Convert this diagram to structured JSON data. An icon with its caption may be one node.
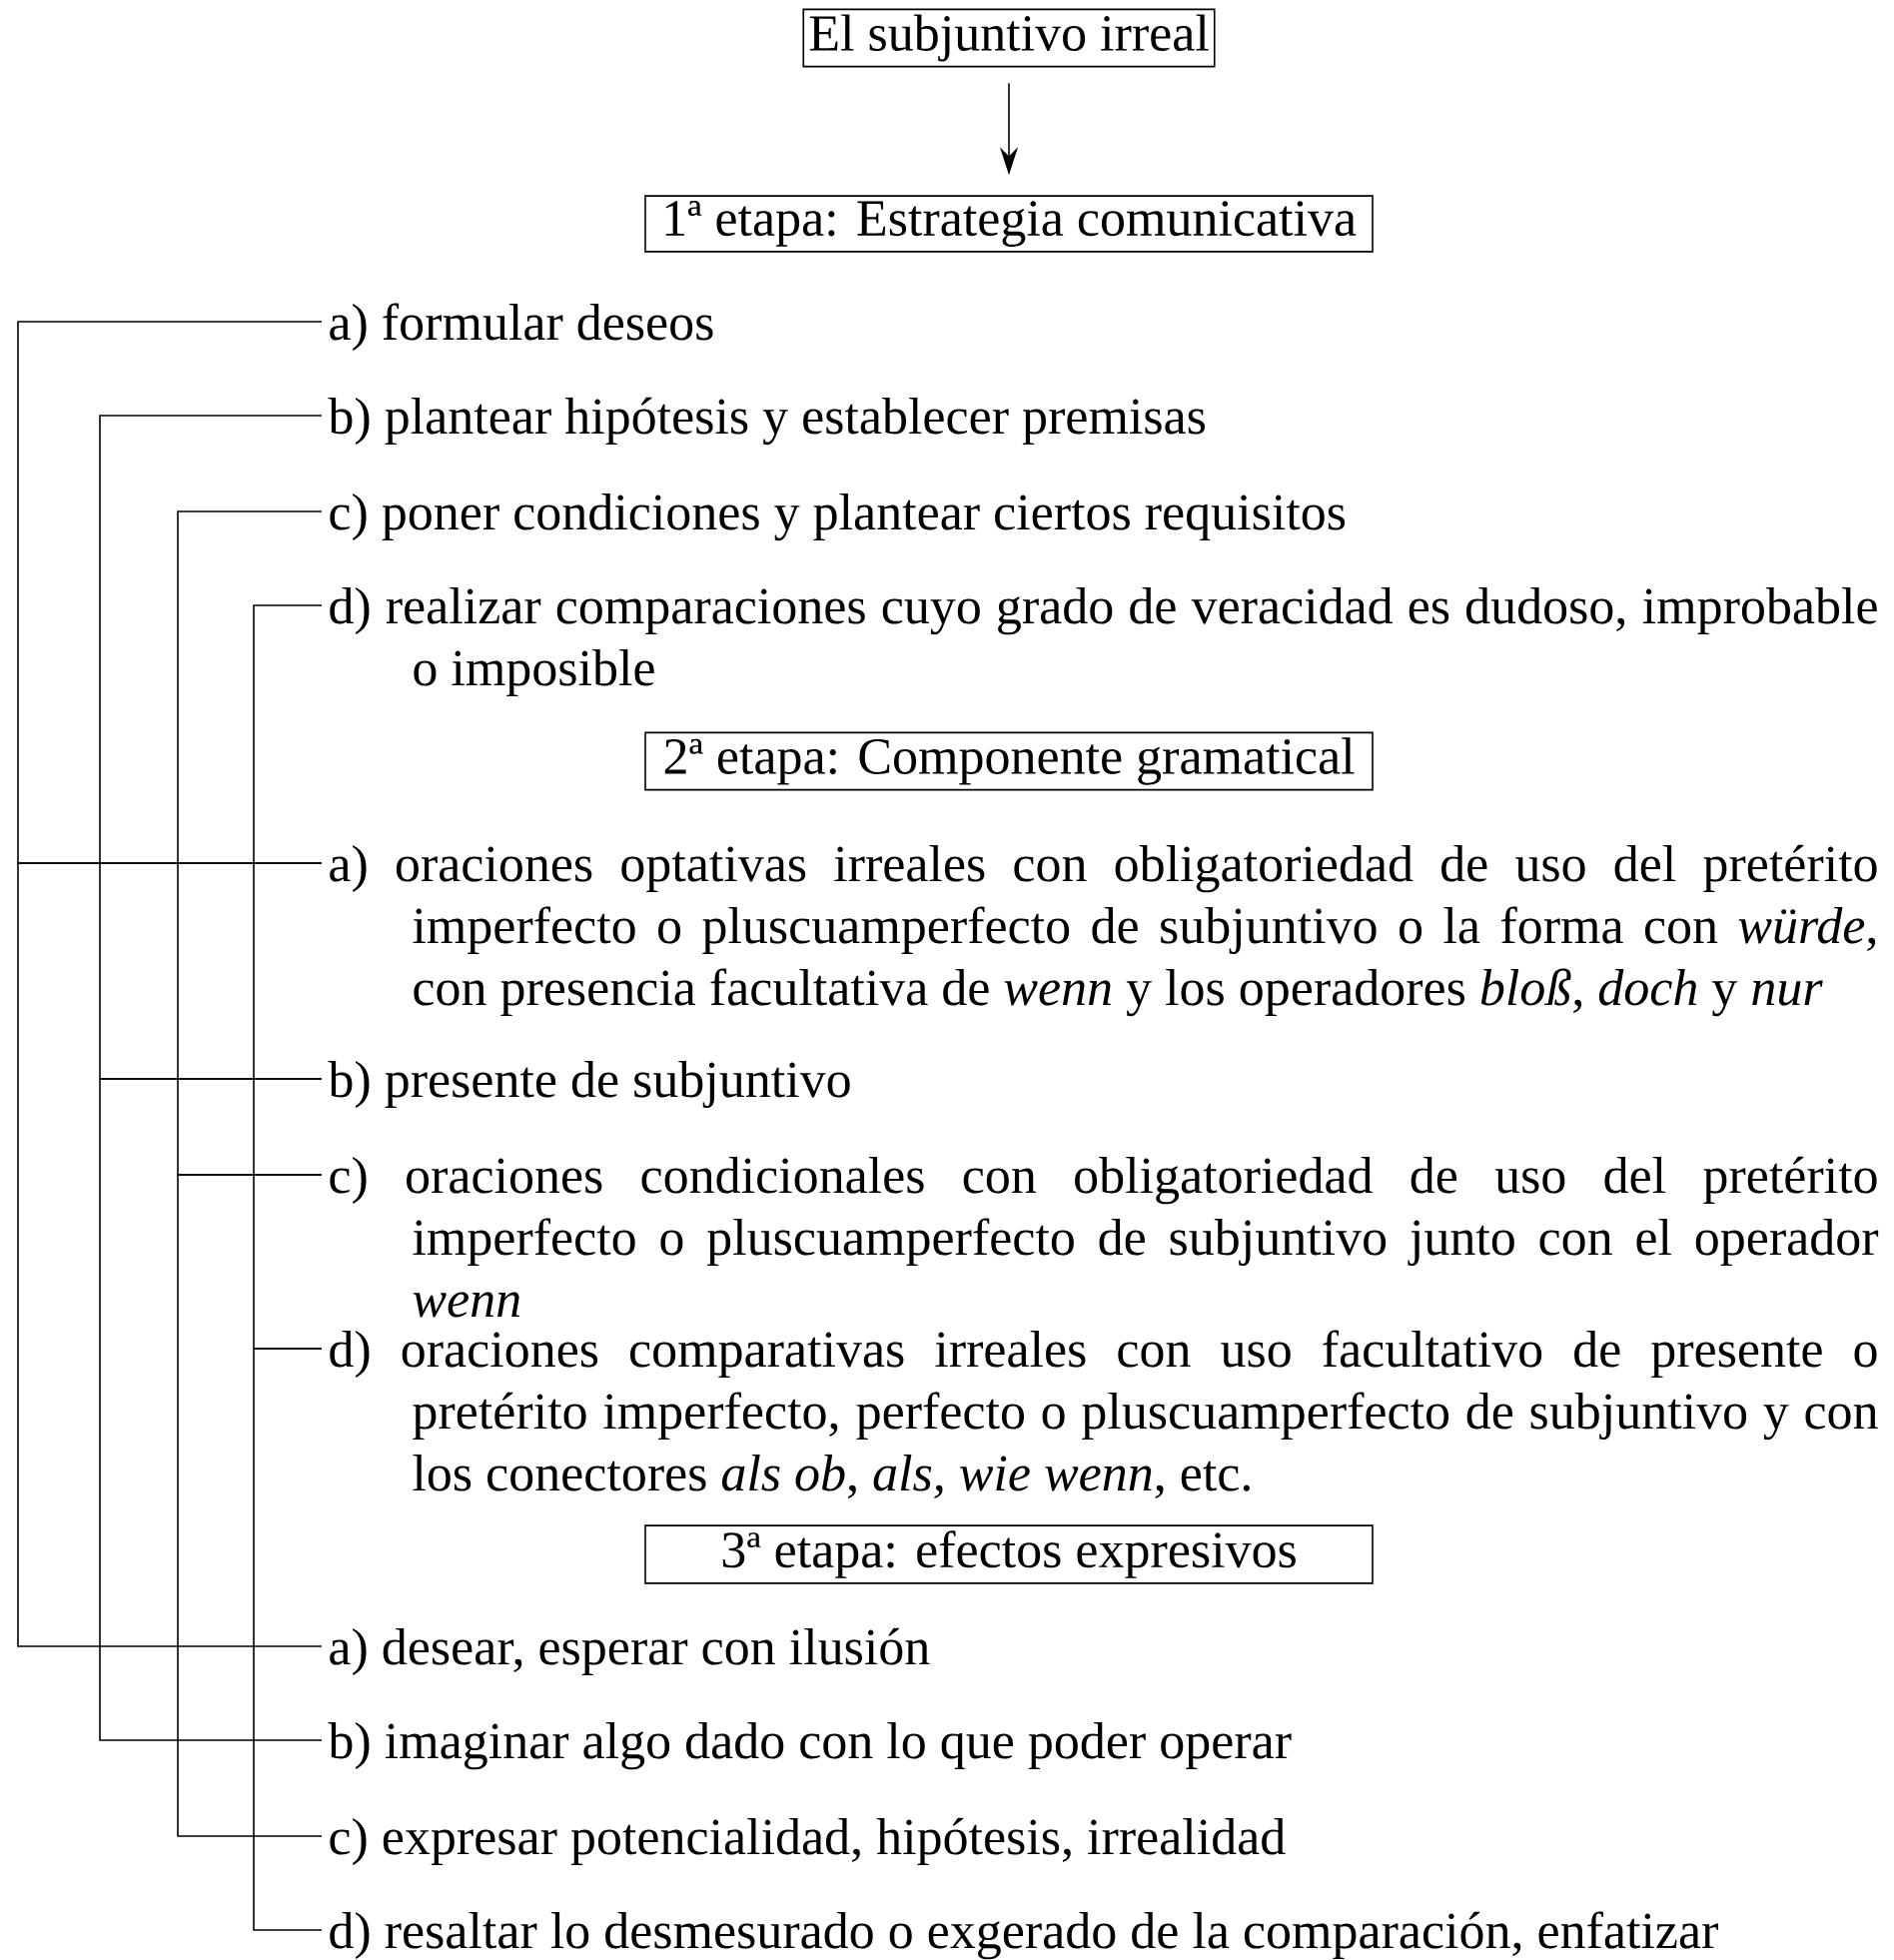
{
  "diagram": {
    "nodes": [
      {
        "text": [
          "El subjuntivo irreal"
        ]
      },
      {
        "text": [
          "1ª etapa: Estrategia comunicativa"
        ]
      },
      {
        "text": [
          "a) formular deseos"
        ]
      },
      {
        "text": [
          "b) plantear hipótesis y establecer premisas"
        ]
      },
      {
        "text": [
          "c) poner condiciones y plantear ciertos requisitos"
        ]
      },
      {
        "text": [
          "d) realizar comparaciones cuyo grado de veracidad es dudoso, improbable o imposible"
        ]
      },
      {
        "text": [
          "2ª etapa: Componente gramatical"
        ]
      },
      {
        "text": [
          "a) oraciones optativas irreales con obligatoriedad de uso del pretérito imperfecto o pluscuamperfecto de subjuntivo o la forma con *würde*, con presencia facultativa de *wenn* y los operadores *bloß*, *doch* y *nur*"
        ]
      },
      {
        "text": [
          "b) presente de subjuntivo"
        ]
      },
      {
        "text": [
          "c) oraciones condicionales con obligatoriedad de uso del pretérito imperfecto o pluscuamperfecto de subjuntivo junto con el operador *wenn*"
        ]
      },
      {
        "text": [
          "d) oraciones comparativas irreales con uso facultativo de presente o pretérito imperfecto, perfecto o pluscuamperfecto de subjuntivo y con los conectores *als ob*, *als, wie wenn*, etc."
        ]
      },
      {
        "text": [
          "3ª etapa: efectos expresivos"
        ]
      },
      {
        "text": [
          "a) desear, esperar con ilusión"
        ]
      },
      {
        "text": [
          "b) imaginar algo dado con lo que poder operar"
        ]
      },
      {
        "text": [
          "c) expresar potencialidad, hipótesis, irrealidad"
        ]
      },
      {
        "text": [
          "d) resaltar lo desmesurado o exgerado de la comparación, enfatizar"
        ]
      }
    ],
    "edges": [
      {
        "from": 0,
        "to": 1,
        "arrow": "to"
      },
      {
        "from": 2,
        "to": 7,
        "arrow": "none"
      },
      {
        "from": 7,
        "to": 12,
        "arrow": "none"
      },
      {
        "from": 3,
        "to": 8,
        "arrow": "none"
      },
      {
        "from": 8,
        "to": 13,
        "arrow": "none"
      },
      {
        "from": 4,
        "to": 9,
        "arrow": "none"
      },
      {
        "from": 9,
        "to": 14,
        "arrow": "none"
      },
      {
        "from": 5,
        "to": 10,
        "arrow": "none"
      },
      {
        "from": 10,
        "to": 15,
        "arrow": "none"
      }
    ]
  }
}
